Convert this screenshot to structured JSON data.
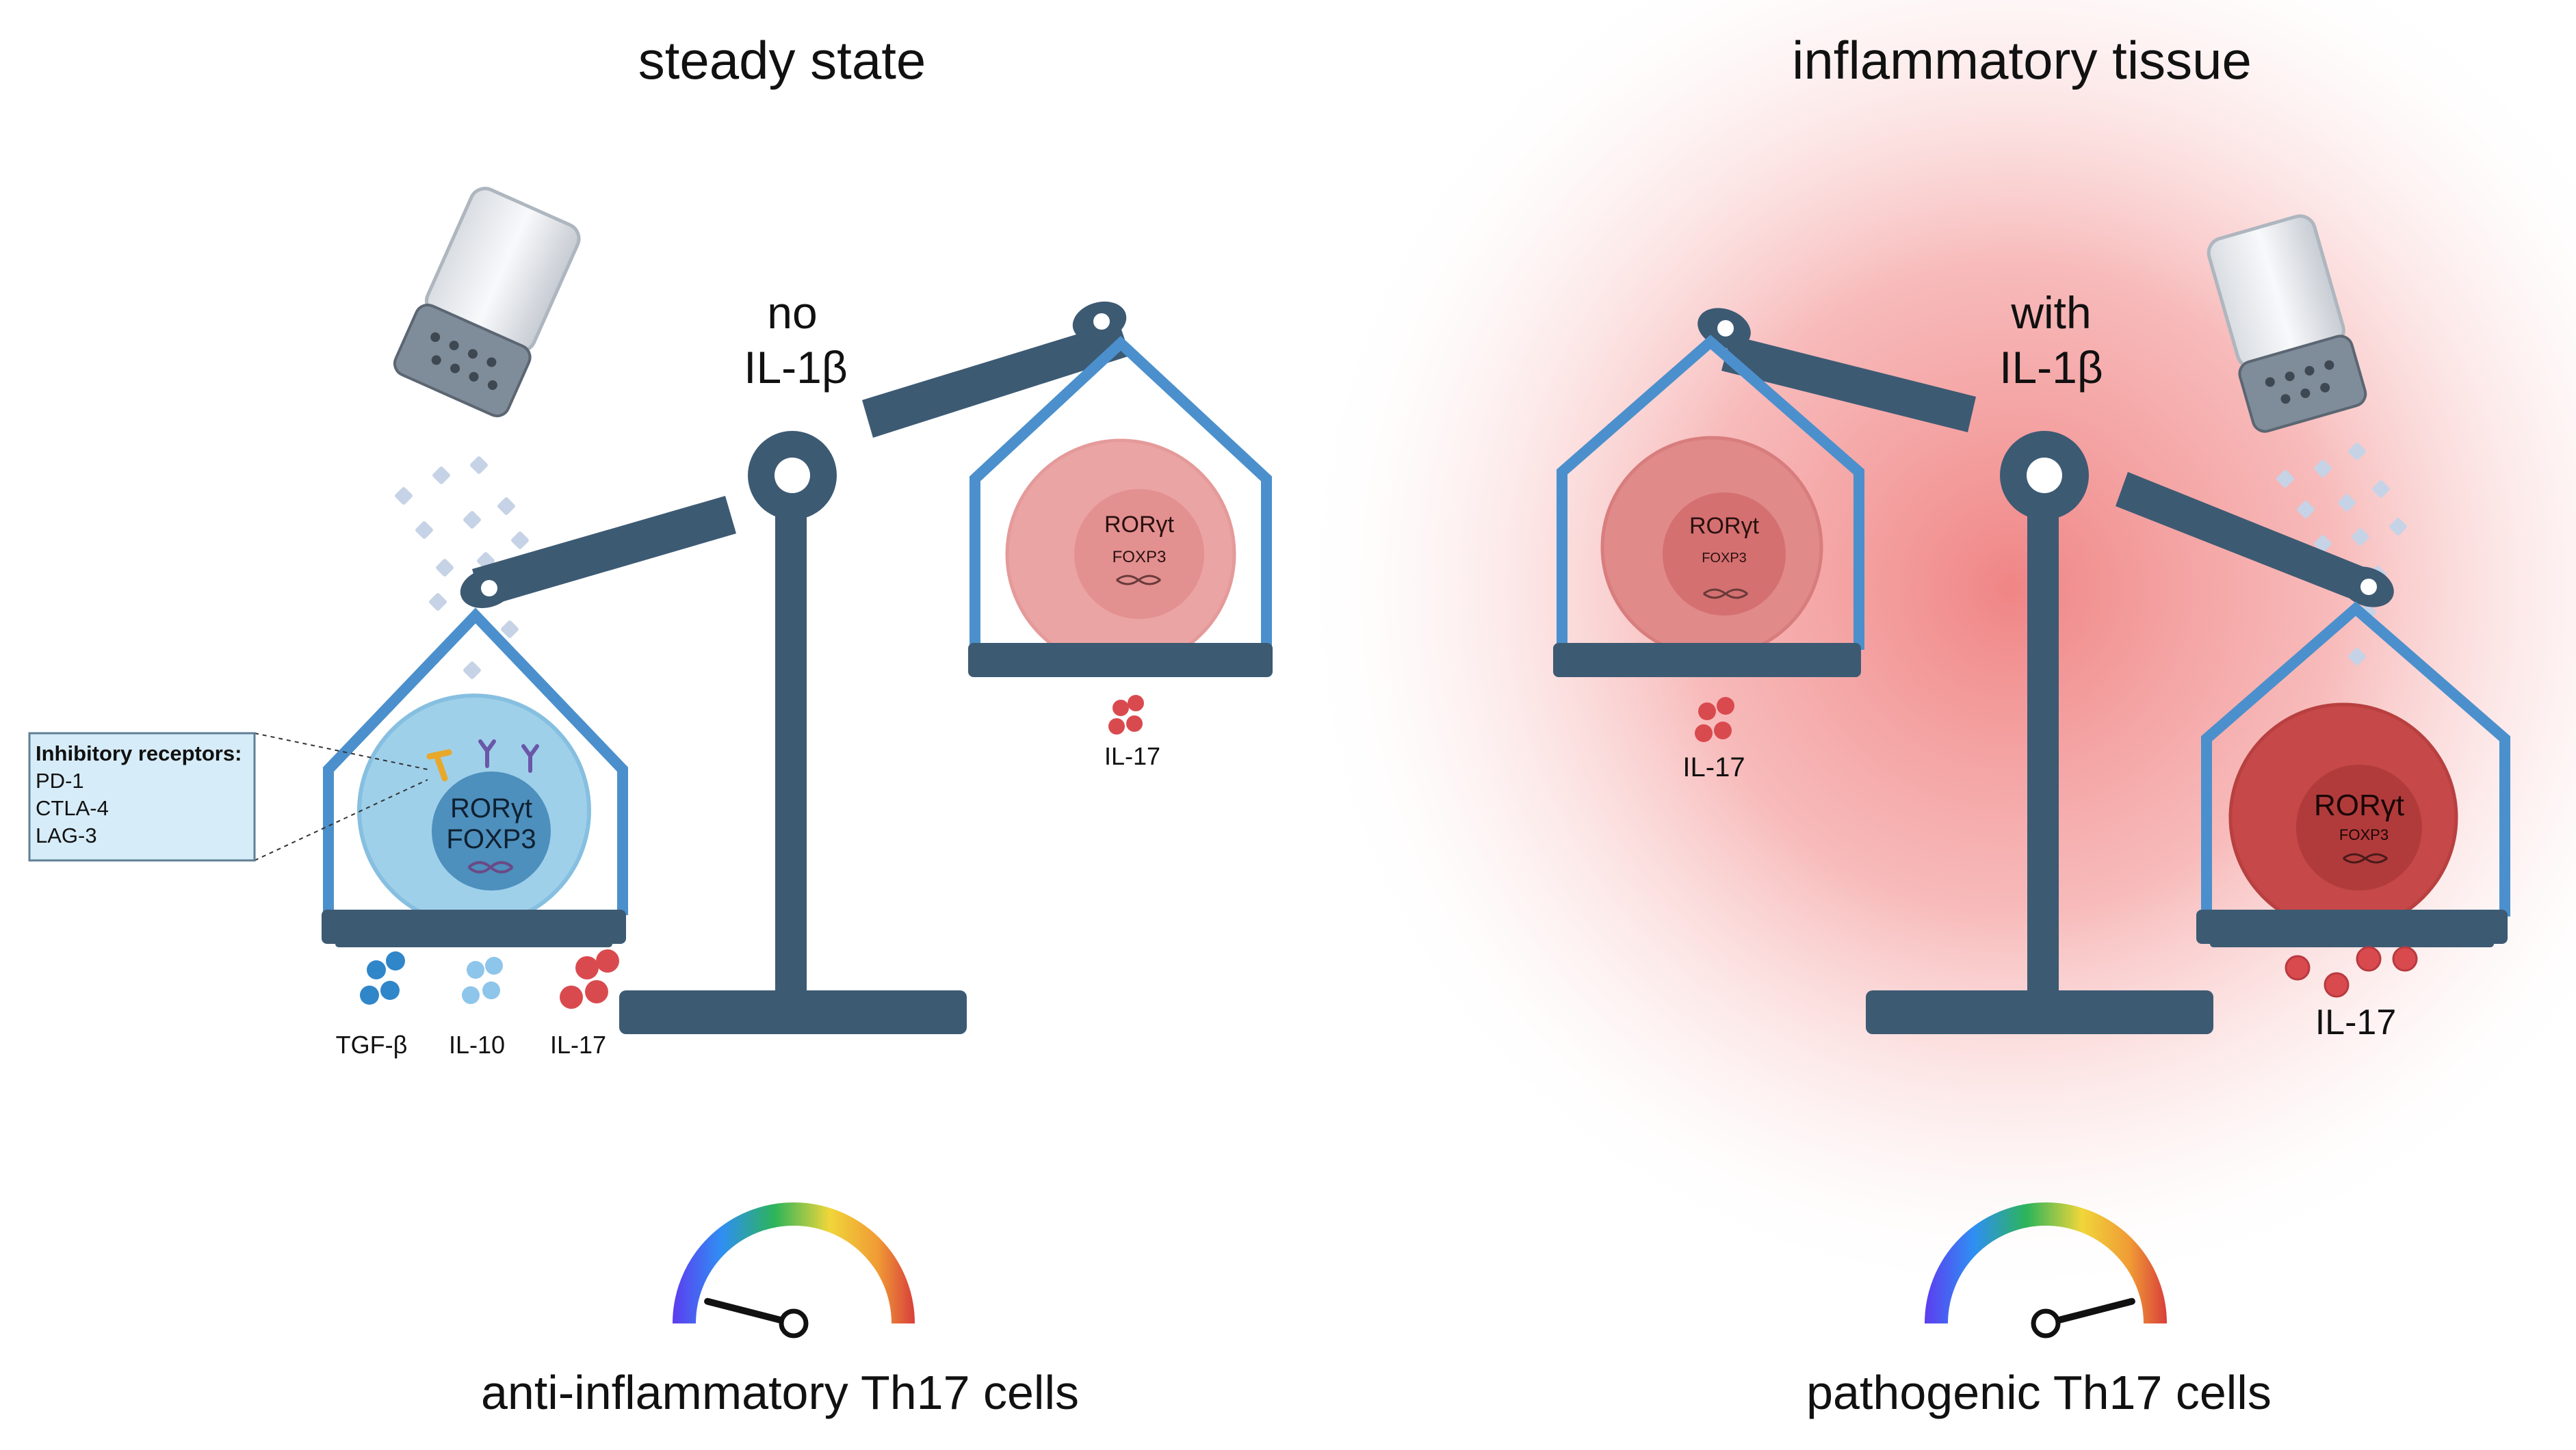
{
  "left_panel": {
    "title": "steady state",
    "condition_line1": "no",
    "condition_line2": "IL-1β",
    "heavy_cell": {
      "marker_top": "RORγt",
      "marker_bottom": "FOXP3"
    },
    "light_cell": {
      "marker_top": "RORγt",
      "marker_bottom": "FOXP3"
    },
    "receptor_box": {
      "heading": "Inhibitory receptors:",
      "items": [
        "PD-1",
        "CTLA-4",
        "LAG-3"
      ]
    },
    "cytokines_heavy": [
      "TGF-β",
      "IL-10",
      "IL-17"
    ],
    "cytokine_light": "IL-17",
    "gauge_level": 0.08,
    "caption": "anti-inflammatory Th17 cells"
  },
  "right_panel": {
    "title": "inflammatory tissue",
    "condition_line1": "with",
    "condition_line2": "IL-1β",
    "light_cell": {
      "marker_top": "RORγt",
      "marker_bottom": "FOXP3"
    },
    "heavy_cell": {
      "marker_top": "RORγt",
      "marker_bottom": "FOXP3"
    },
    "cytokine_light": "IL-17",
    "cytokine_heavy": "IL-17",
    "gauge_level": 0.92,
    "caption": "pathogenic Th17 cells"
  },
  "colors": {
    "scale": "#3d5a73",
    "pan_frame": "#4b90cc",
    "blue_cell_outer": "#9fd0ea",
    "blue_cell_inner": "#4d8fbd",
    "pink_cell_outer": "#eba4a4",
    "pink_cell_inner": "#e39090",
    "red_cell_outer": "#c64848",
    "red_cell_inner": "#b13b3b",
    "il17_dot": "#d94a4f",
    "tgfb_dot": "#2f86c9",
    "il10_dot": "#8ec5ea",
    "inflammation_glow": "#f28f8f"
  }
}
